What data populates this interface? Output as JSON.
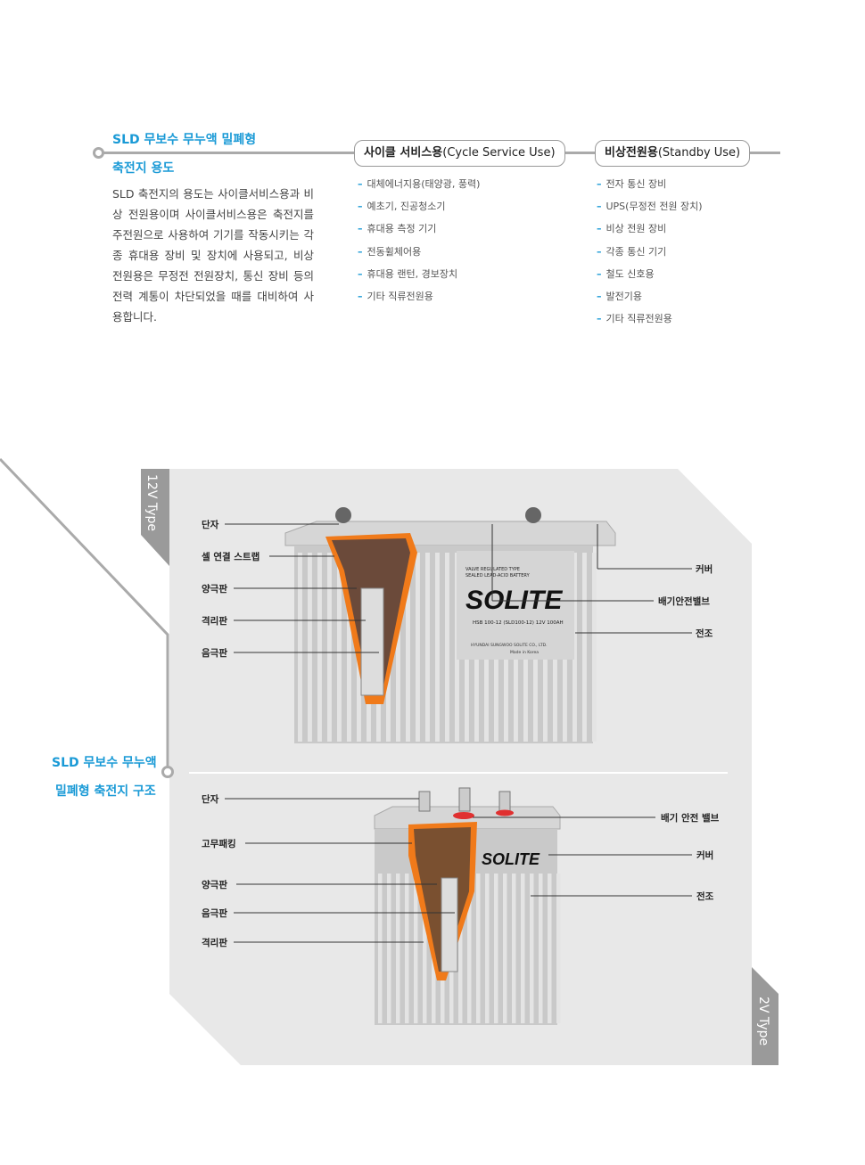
{
  "usage": {
    "title_line1": "SLD 무보수 무누액 밀폐형",
    "title_line2": "축전지 용도",
    "description": "SLD 축전지의 용도는 사이클서비스용과 비상 전원용이며 사이클서비스용은 축전지를 주전원으로 사용하여 기기를 작동시키는 각종 휴대용 장비 및 장치에 사용되고, 비상 전원용은 무정전 전원장치, 통신 장비 등의 전력 계통이 차단되었을 때를 대비하여 사용합니다.",
    "cycle": {
      "title_bold": "사이클 서비스용",
      "title_rest": "(Cycle Service Use)",
      "items": [
        "대체에너지용(태양광, 풍력)",
        "예초기, 진공청소기",
        "휴대용 측정 기기",
        "전동휠체어용",
        "휴대용 랜턴, 경보장치",
        "기타 직류전원용"
      ]
    },
    "standby": {
      "title_bold": "비상전원용",
      "title_rest": "(Standby Use)",
      "items": [
        "전자 통신 장비",
        "UPS(무정전 전원 장치)",
        "비상 전원 장비",
        "각종 통신 기기",
        "철도 신호용",
        "발전기용",
        "기타 직류전원용"
      ]
    },
    "dash": "–"
  },
  "structure": {
    "title_line1": "SLD 무보수 무누액",
    "title_line2": "밀폐형 축전지 구조",
    "type12": {
      "tab": "12V Type",
      "left_labels": [
        "단자",
        "셀 연결 스트랩",
        "양극판",
        "격리판",
        "음극판"
      ],
      "right_labels": [
        "커버",
        "배기안전밸브",
        "전조"
      ],
      "battery_label": {
        "brand": "SOLITE",
        "line1": "VALVE REGULATED TYPE",
        "line2": "SEALED LEAD-ACID BATTERY",
        "model": "HSB 100-12 (SLD100-12) 12V 100AH",
        "maker": "HYUNDAI SUNGWOO SOLITE CO., LTD.",
        "made": "Made in Korea"
      }
    },
    "type2": {
      "tab": "2V Type",
      "left_labels": [
        "단자",
        "고무패킹",
        "양극판",
        "음극판",
        "격리판"
      ],
      "right_labels": [
        "배기 안전 밸브",
        "커버",
        "전조"
      ],
      "brand": "SOLITE"
    }
  },
  "colors": {
    "accent": "#1a9ad6",
    "panel": "#e8e8e8",
    "tab": "#9a9a9a",
    "cutaway": "#f07a1a"
  }
}
